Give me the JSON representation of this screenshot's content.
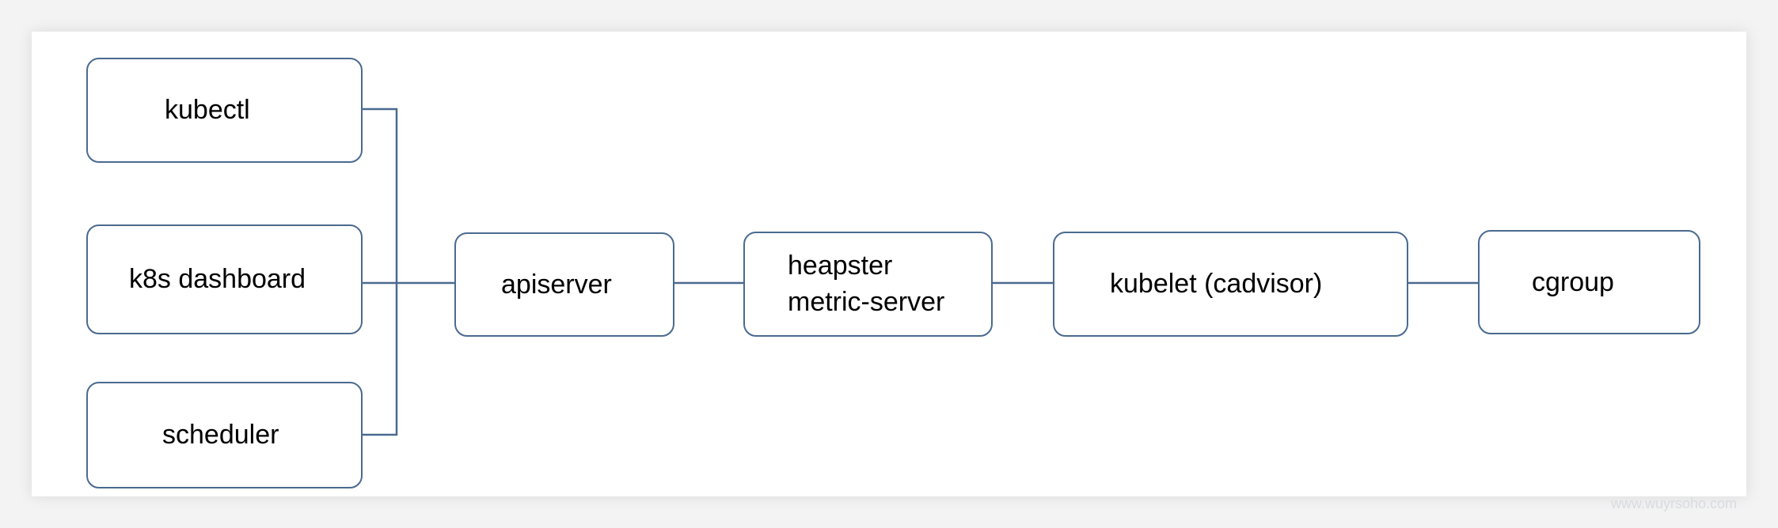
{
  "diagram": {
    "nodes": {
      "kubectl": "kubectl",
      "dashboard": "k8s dashboard",
      "scheduler": "scheduler",
      "apiserver": "apiserver",
      "metrics": [
        "heapster",
        "metric-server"
      ],
      "kubelet": "kubelet (cadvisor)",
      "cgroup": "cgroup"
    },
    "edges": [
      [
        "kubectl",
        "apiserver"
      ],
      [
        "k8s dashboard",
        "apiserver"
      ],
      [
        "scheduler",
        "apiserver"
      ],
      [
        "apiserver",
        "heapster / metric-server"
      ],
      [
        "heapster / metric-server",
        "kubelet (cadvisor)"
      ],
      [
        "kubelet (cadvisor)",
        "cgroup"
      ]
    ],
    "colors": {
      "border": "#4a6a8f",
      "line": "#4a6a8f",
      "card": "#ffffff",
      "background": "#f3f3f4"
    }
  },
  "watermark": "www.wuyrsoho.com"
}
